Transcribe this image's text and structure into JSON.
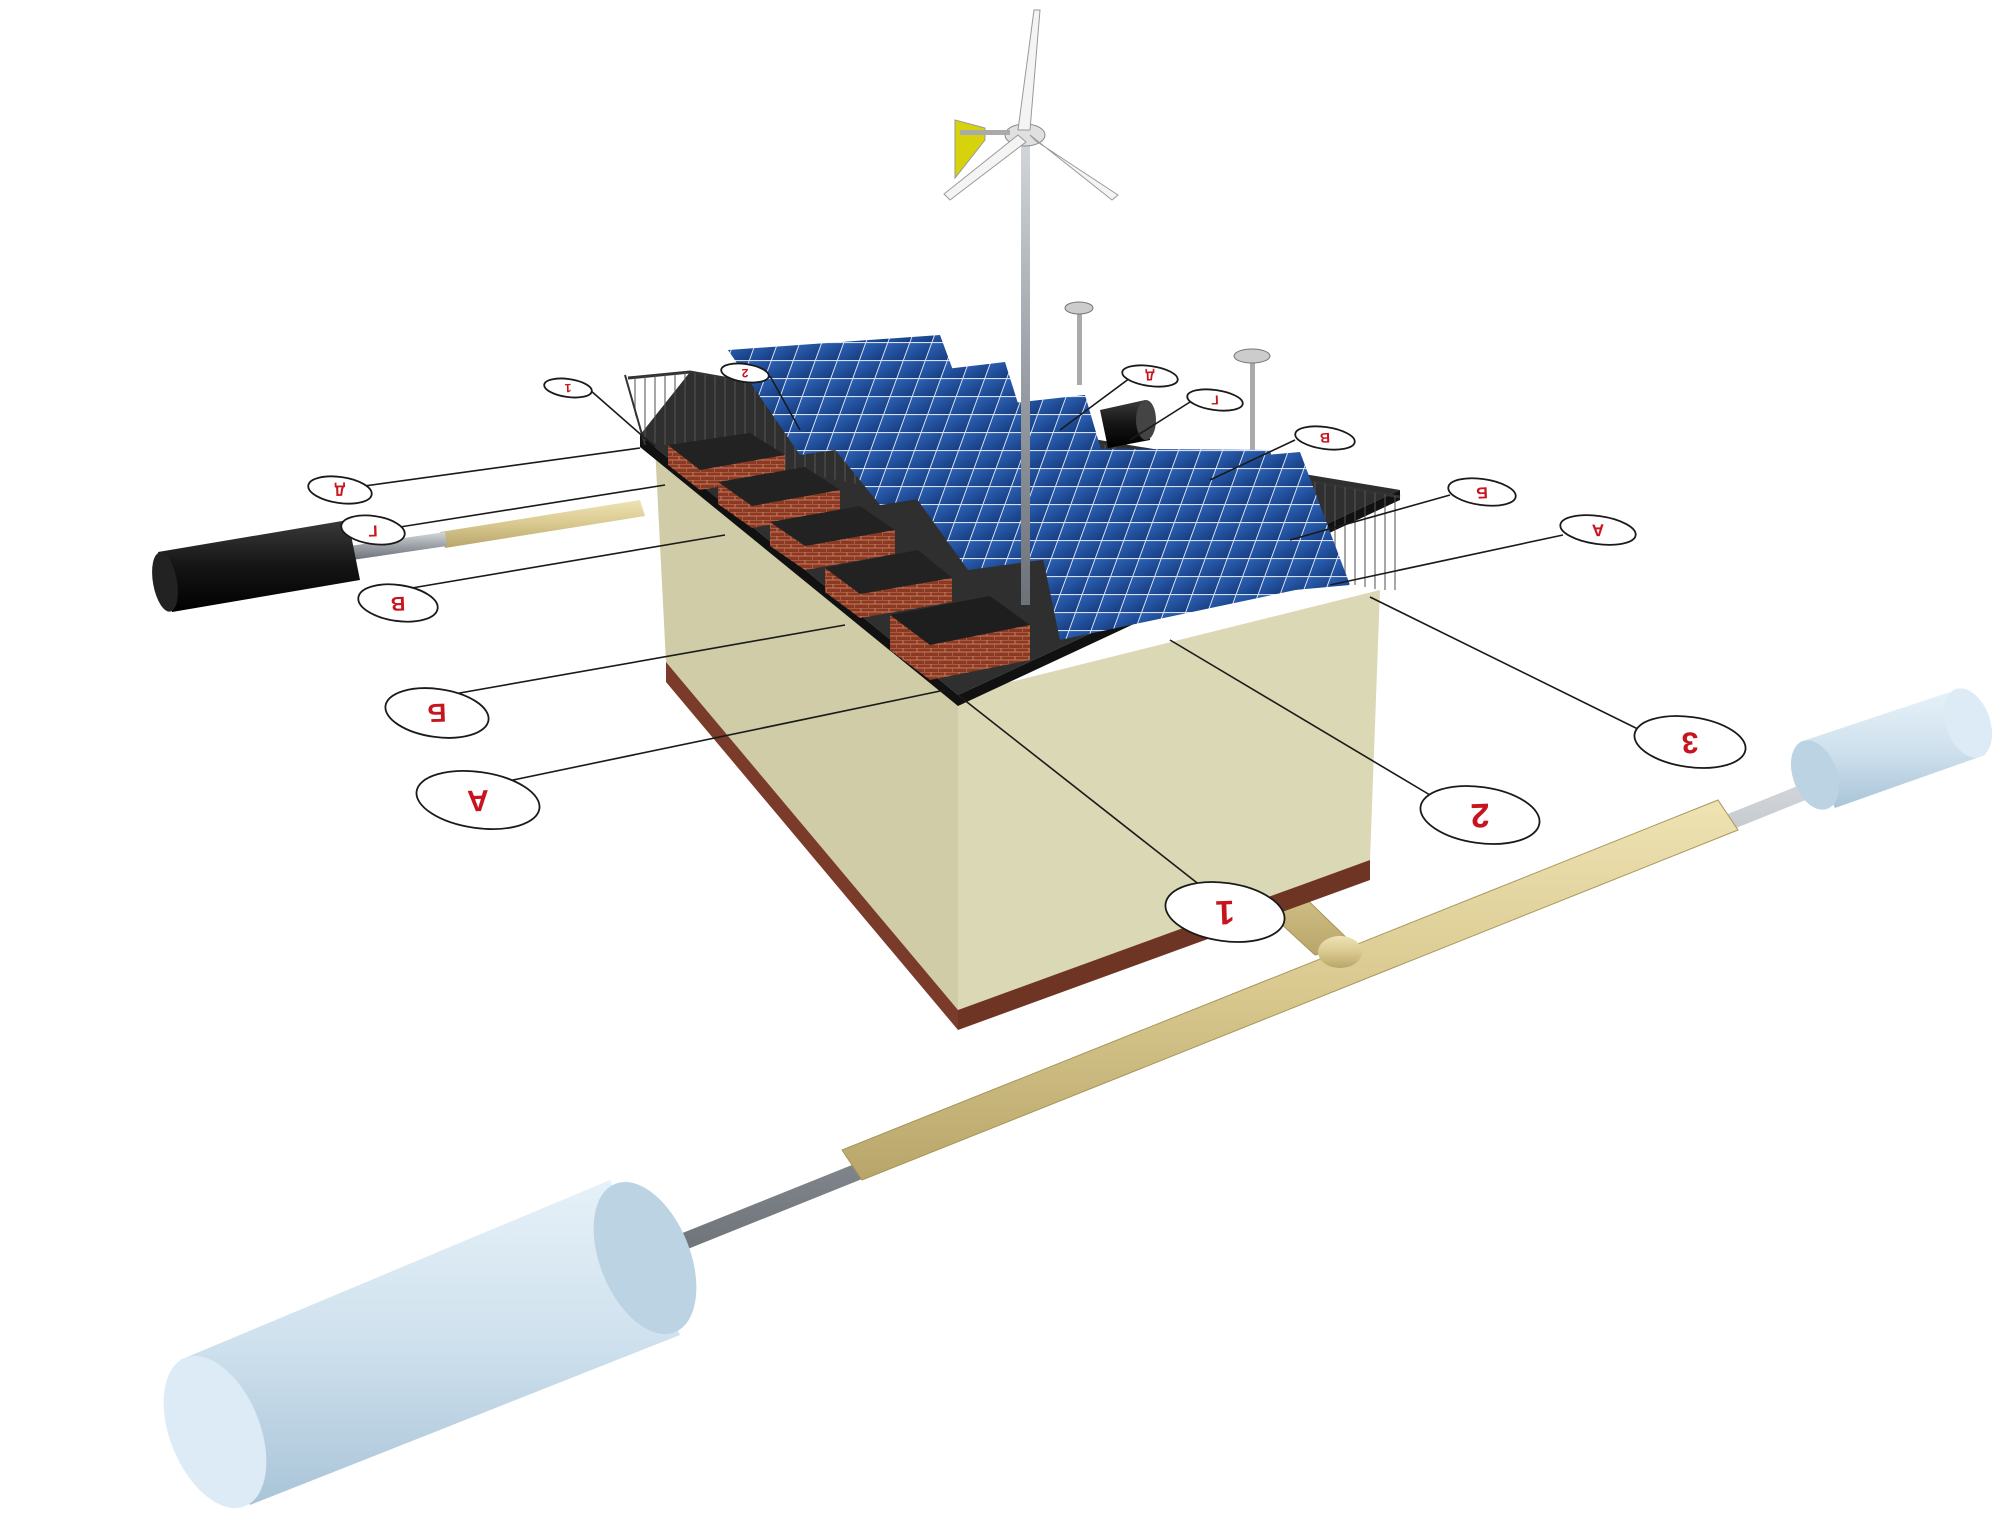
{
  "colors": {
    "wall": "#d6d3b0",
    "wall_shade": "#c9c6a2",
    "foundation": "#7a3b2a",
    "roof": "#3a3a3a",
    "panel_blue": "#1f4f9e",
    "panel_frame": "#d8dde6",
    "pipe_tan": "#d9c98f",
    "pipe_steel": "#9aa0a6",
    "tank_light": "#cfe1ee",
    "black_tank": "#151515",
    "brick": "#8a3a22",
    "label_red": "#c8141e"
  },
  "callouts": [
    {
      "id": "roof-1",
      "text": "1"
    },
    {
      "id": "roof-2",
      "text": "2"
    },
    {
      "id": "top-d",
      "text": "Д"
    },
    {
      "id": "top-g",
      "text": "Г"
    },
    {
      "id": "right-v",
      "text": "В"
    },
    {
      "id": "right-b",
      "text": "Б"
    },
    {
      "id": "right-a",
      "text": "А"
    },
    {
      "id": "left-d",
      "text": "Д"
    },
    {
      "id": "left-g",
      "text": "Г"
    },
    {
      "id": "left-v",
      "text": "В"
    },
    {
      "id": "left-b",
      "text": "Б"
    },
    {
      "id": "left-a",
      "text": "А"
    },
    {
      "id": "num-3",
      "text": "3"
    },
    {
      "id": "num-2",
      "text": "2"
    },
    {
      "id": "num-1",
      "text": "1"
    }
  ]
}
